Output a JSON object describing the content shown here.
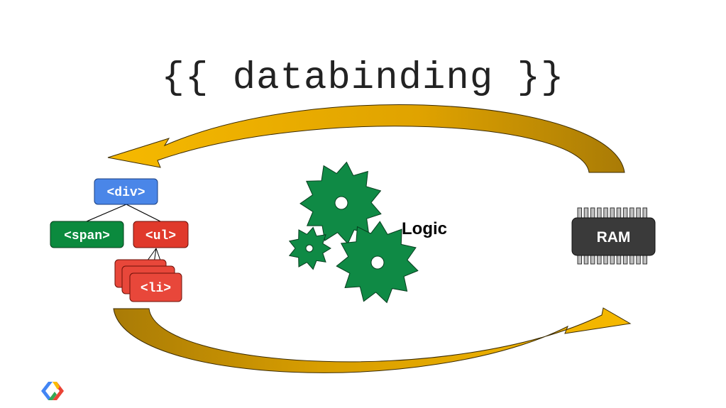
{
  "title": "{{ databinding }}",
  "dom_tree": {
    "root": "<div>",
    "span": "<span>",
    "list": "<ul>",
    "item": "<li>"
  },
  "logic_label": "Logic",
  "ram_label": "RAM",
  "colors": {
    "blue": "#4a86e8",
    "green": "#0b8a3e",
    "red": "#e0392b",
    "gear": "#0f8a45",
    "arrow_light": "#f5b800",
    "arrow_dark": "#b8860b",
    "chip": "#3a3a3a"
  }
}
